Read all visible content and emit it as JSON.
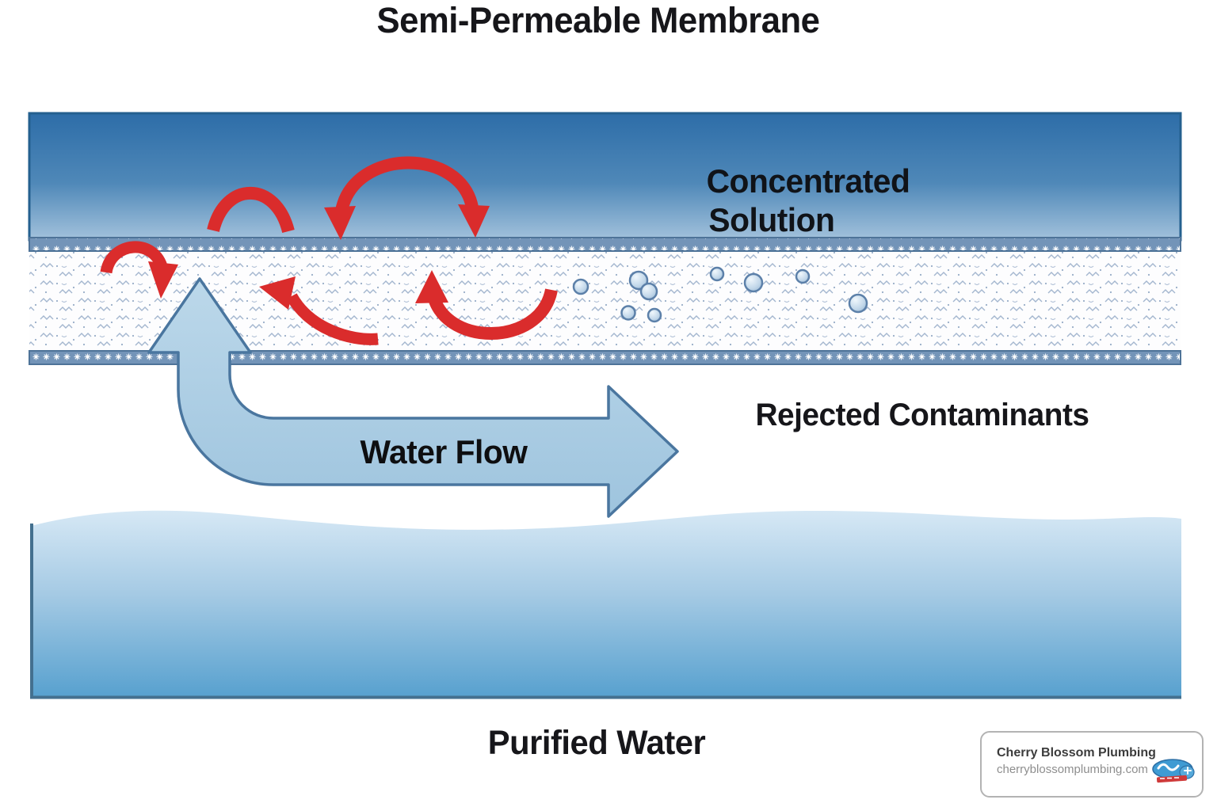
{
  "diagram": {
    "title": "Semi-Permeable Membrane",
    "labels": {
      "concentrated_line1": "Concentrated",
      "concentrated_line2": "Solution",
      "water_flow": "Water Flow",
      "rejected_contaminants": "Rejected Contaminants",
      "purified_water": "Purified Water"
    },
    "colors": {
      "solution_top": "#2d6da8",
      "solution_bottom": "#a3c2dc",
      "solution_border": "#24608f",
      "membrane_strip": "#7394b8",
      "membrane_strip_border": "#4e7398",
      "membrane_texture": "#93a9c7",
      "water_top": "#d6e8f5",
      "water_bottom": "#58a1cf",
      "water_border": "#44708f",
      "flow_arrow_fill": "#aed0e6",
      "flow_arrow_outline": "#4a769f",
      "red_arrow": "#da2c2c",
      "bubble_stroke": "#5c80a9"
    }
  },
  "watermark": {
    "company": "Cherry Blossom Plumbing",
    "website": "cherryblossomplumbing.com"
  }
}
